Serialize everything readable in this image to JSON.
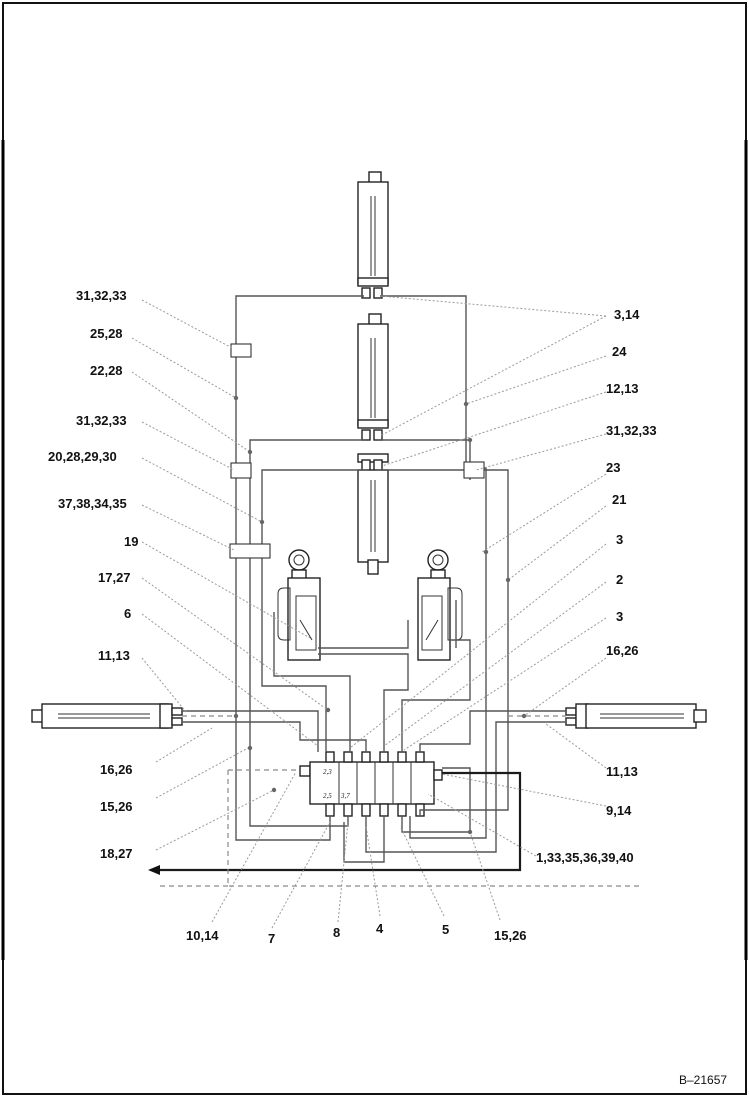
{
  "callouts": [
    {
      "id": "c1",
      "text": "31,32,33"
    },
    {
      "id": "c2",
      "text": "25,28"
    },
    {
      "id": "c3",
      "text": "22,28"
    },
    {
      "id": "c4",
      "text": "31,32,33"
    },
    {
      "id": "c5",
      "text": "20,28,29,30"
    },
    {
      "id": "c6",
      "text": "37,38,34,35"
    },
    {
      "id": "c7",
      "text": "19"
    },
    {
      "id": "c8",
      "text": "17,27"
    },
    {
      "id": "c9",
      "text": "6"
    },
    {
      "id": "c10",
      "text": "11,13"
    },
    {
      "id": "c11",
      "text": "16,26"
    },
    {
      "id": "c12",
      "text": "15,26"
    },
    {
      "id": "c13",
      "text": "18,27"
    },
    {
      "id": "c14",
      "text": "10,14"
    },
    {
      "id": "c15",
      "text": "7"
    },
    {
      "id": "c16",
      "text": "8"
    },
    {
      "id": "c17",
      "text": "4"
    },
    {
      "id": "c18",
      "text": "5"
    },
    {
      "id": "c19",
      "text": "15,26"
    },
    {
      "id": "c20",
      "text": "1,33,35,36,39,40"
    },
    {
      "id": "c21",
      "text": "9,14"
    },
    {
      "id": "c22",
      "text": "11,13"
    },
    {
      "id": "c23",
      "text": "16,26"
    },
    {
      "id": "c24",
      "text": "3"
    },
    {
      "id": "c25",
      "text": "2"
    },
    {
      "id": "c26",
      "text": "3"
    },
    {
      "id": "c27",
      "text": "21"
    },
    {
      "id": "c28",
      "text": "23"
    },
    {
      "id": "c29",
      "text": "31,32,33"
    },
    {
      "id": "c30",
      "text": "12,13"
    },
    {
      "id": "c31",
      "text": "24"
    },
    {
      "id": "c32",
      "text": "3,14"
    }
  ],
  "valve_labels": [
    "2,3",
    "2,5",
    "3,7"
  ],
  "figure_ref": "B–21657"
}
